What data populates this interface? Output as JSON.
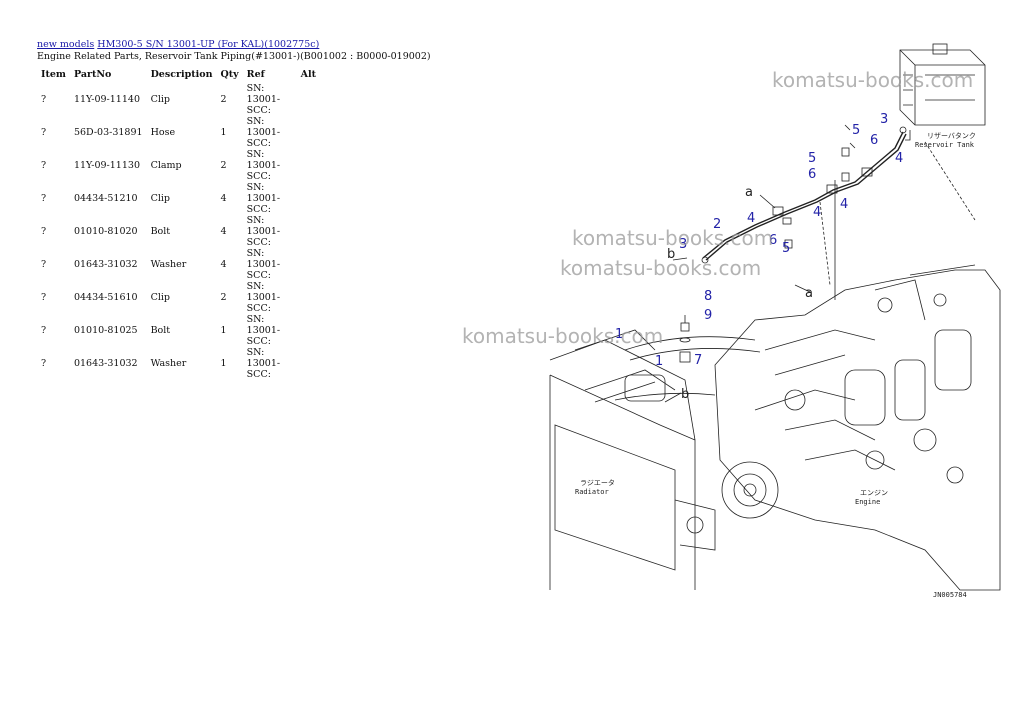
{
  "breadcrumb": {
    "link1": "new models",
    "link2": "HM300-5 S/N 13001-UP (For KAL)(1002775c)"
  },
  "subtitle": "Engine Related Parts, Reservoir Tank Piping(#13001-)(B001002 : B0000-019002)",
  "table": {
    "headers": [
      "Item",
      "PartNo",
      "Description",
      "Qty",
      "Ref",
      "Alt"
    ],
    "rows": [
      {
        "item": "?",
        "partno": "11Y-09-11140",
        "desc": "Clip",
        "qty": "2",
        "ref": "SN: 13001-SCC:",
        "alt": ""
      },
      {
        "item": "?",
        "partno": "56D-03-31891",
        "desc": "Hose",
        "qty": "1",
        "ref": "SN: 13001-SCC:",
        "alt": ""
      },
      {
        "item": "?",
        "partno": "11Y-09-11130",
        "desc": "Clamp",
        "qty": "2",
        "ref": "SN: 13001-SCC:",
        "alt": ""
      },
      {
        "item": "?",
        "partno": "04434-51210",
        "desc": "Clip",
        "qty": "4",
        "ref": "SN: 13001-SCC:",
        "alt": ""
      },
      {
        "item": "?",
        "partno": "01010-81020",
        "desc": "Bolt",
        "qty": "4",
        "ref": "SN: 13001-SCC:",
        "alt": ""
      },
      {
        "item": "?",
        "partno": "01643-31032",
        "desc": "Washer",
        "qty": "4",
        "ref": "SN: 13001-SCC:",
        "alt": ""
      },
      {
        "item": "?",
        "partno": "04434-51610",
        "desc": "Clip",
        "qty": "2",
        "ref": "SN: 13001-SCC:",
        "alt": ""
      },
      {
        "item": "?",
        "partno": "01010-81025",
        "desc": "Bolt",
        "qty": "1",
        "ref": "SN: 13001-SCC:",
        "alt": ""
      },
      {
        "item": "?",
        "partno": "01643-31032",
        "desc": "Washer",
        "qty": "1",
        "ref": "SN: 13001-SCC:",
        "alt": ""
      }
    ]
  },
  "diagram": {
    "watermark": "komatsu-books.com",
    "labels": {
      "reservoir_jp": "リザーバタンク",
      "reservoir_en": "Reservoir Tank",
      "radiator_jp": "ラジエータ",
      "radiator_en": "Radiator",
      "engine_jp": "エンジン",
      "engine_en": "Engine",
      "code": "JN005784"
    },
    "letters": {
      "a": "a",
      "b": "b"
    },
    "callouts": [
      "1",
      "1",
      "2",
      "3",
      "3",
      "4",
      "4",
      "4",
      "4",
      "5",
      "5",
      "5",
      "6",
      "6",
      "6",
      "7",
      "8",
      "9"
    ],
    "callout_color": "#2323a8"
  }
}
